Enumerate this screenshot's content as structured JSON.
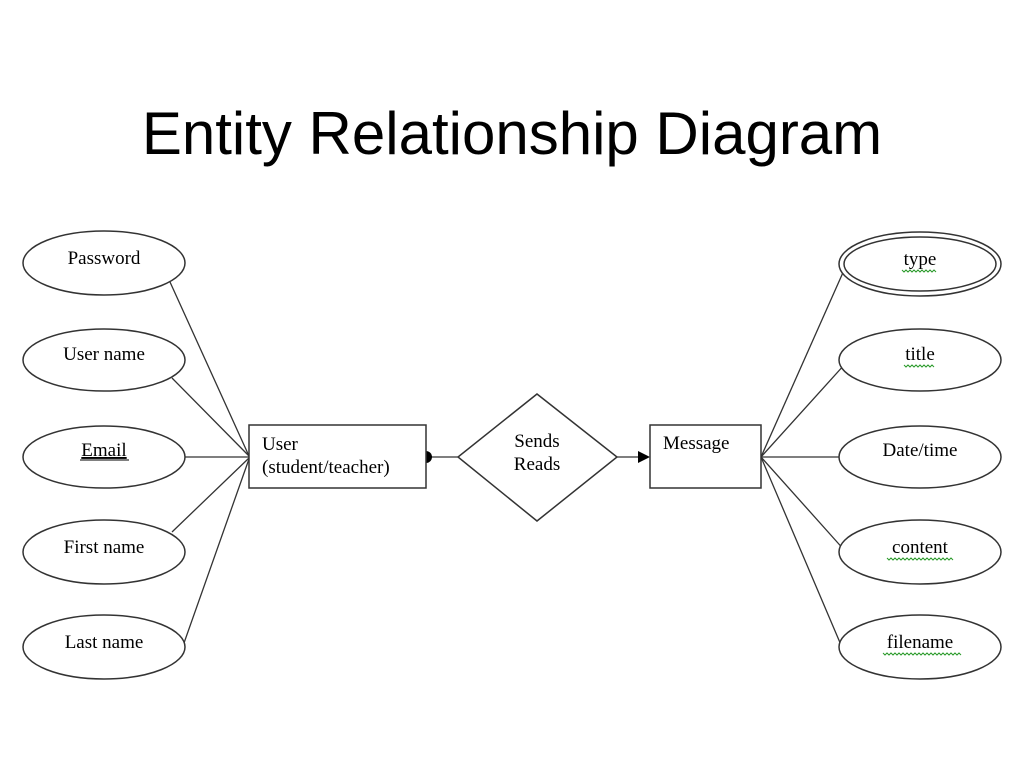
{
  "slide": {
    "title": "Entity Relationship Diagram"
  },
  "diagram": {
    "entities": {
      "user_line1": "User",
      "user_line2": "(student/teacher)",
      "message": "Message"
    },
    "relationship": {
      "line1": "Sends",
      "line2": "Reads"
    },
    "user_attributes": [
      "Password",
      "User name",
      "Email",
      "First name",
      "Last name"
    ],
    "message_attributes": [
      "type",
      "title",
      "Date/time",
      "content",
      "filename"
    ]
  }
}
